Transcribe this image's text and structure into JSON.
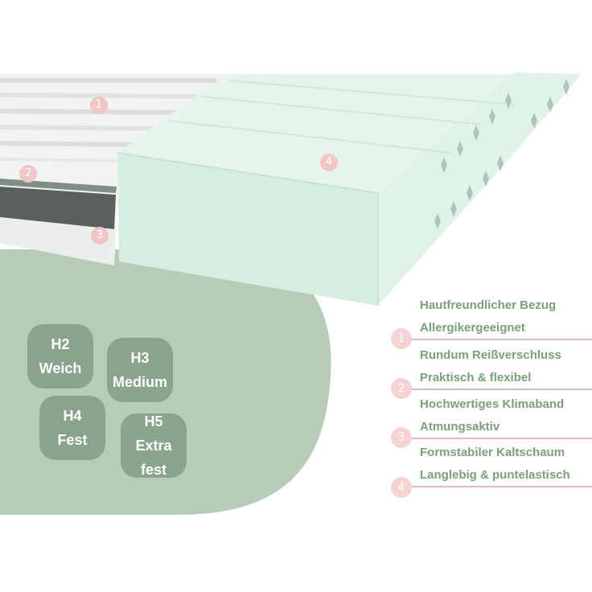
{
  "badges": {
    "b1": "1",
    "b2": "2",
    "b3": "3",
    "b4": "4"
  },
  "hardness": [
    {
      "code": "H2",
      "name": "Weich"
    },
    {
      "code": "H3",
      "name": "Medium"
    },
    {
      "code": "H4",
      "name": "Fest"
    },
    {
      "code": "H5",
      "name": "Extra fest"
    }
  ],
  "features": [
    {
      "number": "1",
      "lines": [
        "Hautfreundlicher Bezug",
        "Allergikergeeignet"
      ]
    },
    {
      "number": "2",
      "lines": [
        "Rundum Reißverschluss",
        "Praktisch & flexibel"
      ]
    },
    {
      "number": "3",
      "lines": [
        "Hochwertiges Klimaband",
        "Atmungsaktiv"
      ]
    },
    {
      "number": "4",
      "lines": [
        "Formstabiler Kaltschaum",
        "Langlebig & puntelastisch"
      ]
    }
  ],
  "colors": {
    "mint": "#dff0e6",
    "sage": "#b7ccb8",
    "badge": "#f1c6c6",
    "pill": "#8aa38c",
    "text": "#7aa07c",
    "rule": "#e6b8bf"
  }
}
